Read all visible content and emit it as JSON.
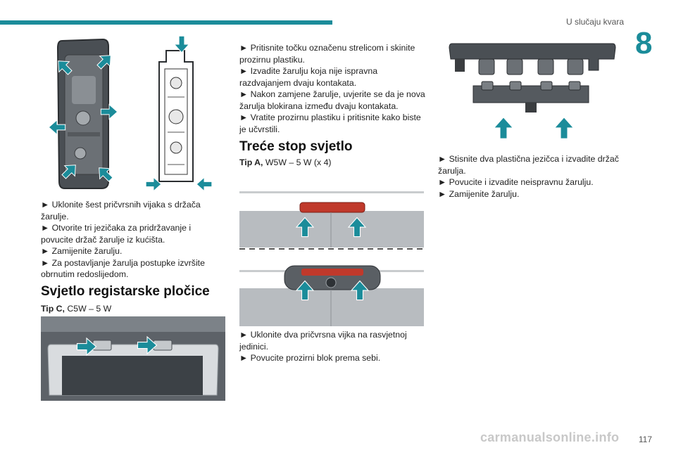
{
  "header": {
    "chapter_title": "U slučaju kvara",
    "chapter_number": "8",
    "page_number": "117"
  },
  "colors": {
    "accent": "#1b8c9a",
    "arrow": "#1b8c9a",
    "lamp_red": "#c0392b"
  },
  "col1": {
    "rear_lamp_steps": [
      "► Uklonite šest pričvrsnih vijaka s držača žarulje.",
      "► Otvorite tri jezičaka za pridržavanje i povucite držač žarulje iz kućišta.",
      "► Zamijenite žarulju.",
      "► Za postavljanje žarulja postupke izvršite obrnutim redoslijedom."
    ],
    "plate_heading": "Svjetlo registarske pločice",
    "plate_bulb_label": "Tip C,",
    "plate_bulb_value": "C5W – 5 W"
  },
  "col2": {
    "top_steps": [
      "► Pritisnite točku označenu strelicom i skinite prozirnu plastiku.",
      "► Izvadite žarulju koja nije ispravna razdvajanjem dvaju kontakata.",
      "► Nakon zamjene žarulje, uvjerite se da je nova žarulja blokirana između dvaju kontakata.",
      "► Vratite prozirnu plastiku i pritisnite kako biste je učvrstili."
    ],
    "stop_heading": "Treće stop svjetlo",
    "stop_bulb_label": "Tip A,",
    "stop_bulb_value": "W5W – 5 W (x 4)",
    "stop_steps": [
      "► Uklonite dva pričvrsna vijka na rasvjetnoj jedinici.",
      "► Povucite prozirni blok prema sebi."
    ]
  },
  "col3": {
    "steps": [
      "► Stisnite dva plastična jezičca i izvadite držač žarulja.",
      "► Povucite i izvadite neispravnu žarulju.",
      "► Zamijenite žarulju."
    ]
  },
  "watermark": "carmanualsonline.info"
}
